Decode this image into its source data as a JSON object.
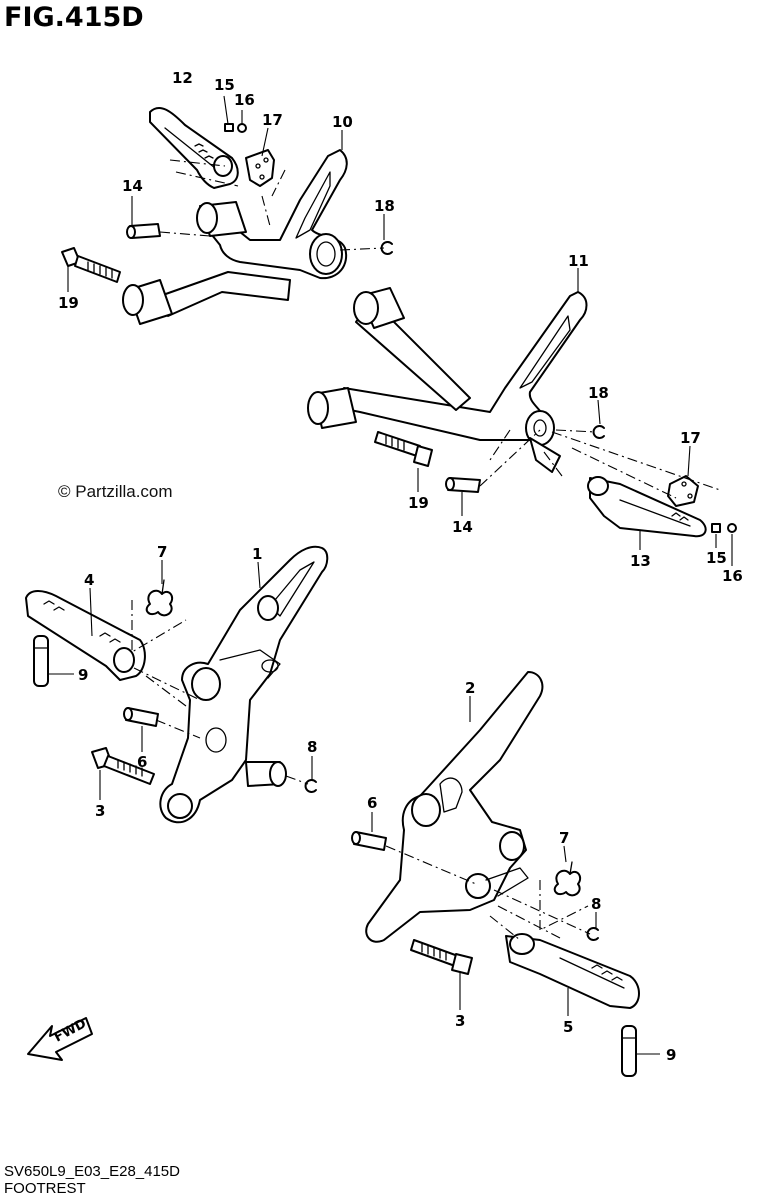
{
  "figure": {
    "title": "FIG.415D",
    "code": "SV650L9_E03_E28_415D",
    "caption": "FOOTREST",
    "watermark": "© Partzilla.com",
    "fwd_label": "FWD"
  },
  "callouts": [
    {
      "id": "c12a",
      "text": "12"
    },
    {
      "id": "c15a",
      "text": "15"
    },
    {
      "id": "c16a",
      "text": "16"
    },
    {
      "id": "c17a",
      "text": "17"
    },
    {
      "id": "c10",
      "text": "10"
    },
    {
      "id": "c14a",
      "text": "14"
    },
    {
      "id": "c18a",
      "text": "18"
    },
    {
      "id": "c19a",
      "text": "19"
    },
    {
      "id": "c11",
      "text": "11"
    },
    {
      "id": "c18b",
      "text": "18"
    },
    {
      "id": "c17b",
      "text": "17"
    },
    {
      "id": "c19b",
      "text": "19"
    },
    {
      "id": "c14b",
      "text": "14"
    },
    {
      "id": "c13",
      "text": "13"
    },
    {
      "id": "c15b",
      "text": "15"
    },
    {
      "id": "c16b",
      "text": "16"
    },
    {
      "id": "c7a",
      "text": "7"
    },
    {
      "id": "c1",
      "text": "1"
    },
    {
      "id": "c4",
      "text": "4"
    },
    {
      "id": "c9a",
      "text": "9"
    },
    {
      "id": "c6a",
      "text": "6"
    },
    {
      "id": "c8a",
      "text": "8"
    },
    {
      "id": "c3a",
      "text": "3"
    },
    {
      "id": "c2",
      "text": "2"
    },
    {
      "id": "c6b",
      "text": "6"
    },
    {
      "id": "c7b",
      "text": "7"
    },
    {
      "id": "c8b",
      "text": "8"
    },
    {
      "id": "c3b",
      "text": "3"
    },
    {
      "id": "c5",
      "text": "5"
    },
    {
      "id": "c9b",
      "text": "9"
    }
  ]
}
